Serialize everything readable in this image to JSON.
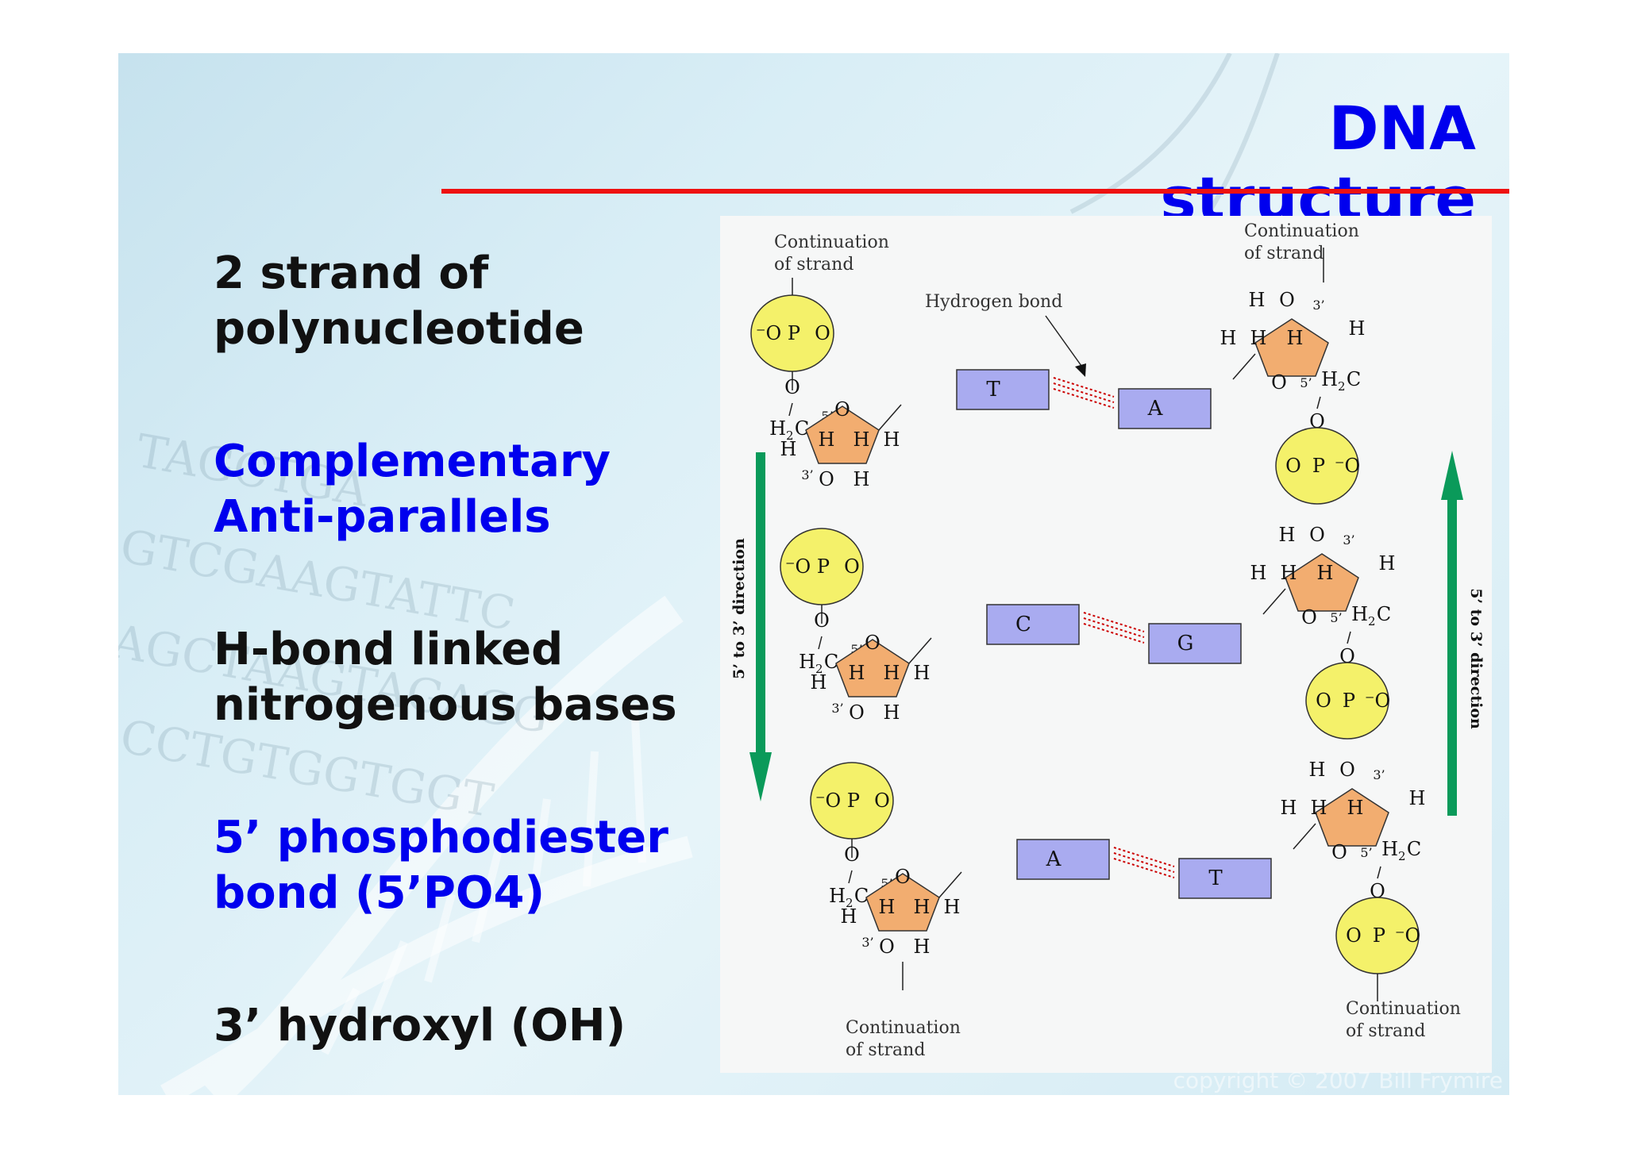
{
  "title": "DNA structure",
  "bullets": [
    {
      "text": "2 strand of\npolynucleotide",
      "color": "#111111"
    },
    {
      "text": "Complementary\nAnti-parallels",
      "color": "#0000ee"
    },
    {
      "text": "H-bond linked\nnitrogenous bases",
      "color": "#111111"
    },
    {
      "text": "5’ phosphodiester\nbond (5’PO4)",
      "color": "#0000ee"
    },
    {
      "text": "3’ hydroxyl (OH)",
      "color": "#111111"
    }
  ],
  "copyright": "copyright © 2007 Bill Frymire",
  "diagram": {
    "continuation_line1": "Continuation",
    "continuation_line2": "of strand",
    "hydrogen_bond_label": "Hydrogen bond",
    "direction_label": "5’ to 3’ direction",
    "left_strand_bases": [
      "T",
      "C",
      "A"
    ],
    "right_strand_bases": [
      "A",
      "G",
      "T"
    ],
    "phosphate_left_text": [
      "⁻O",
      "P",
      "O"
    ],
    "phosphate_right_text": [
      "O",
      "P",
      "⁻O"
    ],
    "sugar_labels": {
      "ring_o": "O",
      "h": "H",
      "h2c": "H",
      "c": "C",
      "sub2": "2",
      "five_prime": "5’",
      "three_prime": "3’"
    },
    "colors": {
      "phosphate": "#f4f16a",
      "sugar": "#f2ad70",
      "base": "#a9abf0",
      "arrow": "#0a9a5a",
      "hbond": "#cc0000"
    }
  }
}
